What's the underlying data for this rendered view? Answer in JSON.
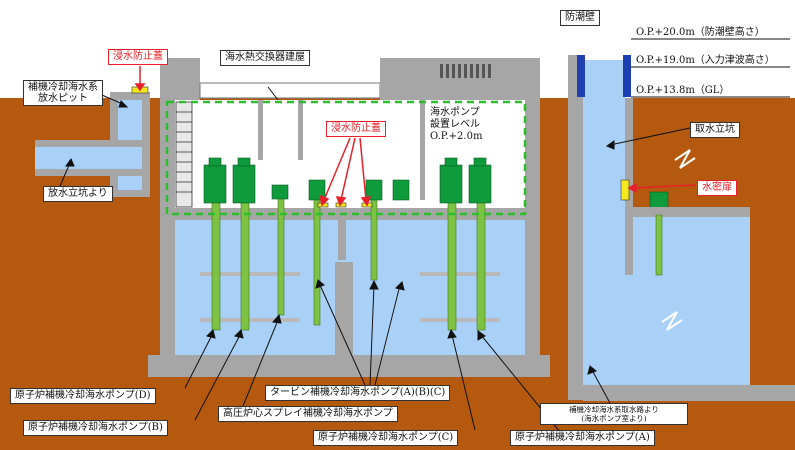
{
  "colors": {
    "soil": "#b5590f",
    "water": "#a9d1f7",
    "concrete": "#a6a6a6",
    "pipe": "#7dc242",
    "pump": "#0f9a3c",
    "dashed_box": "#2dbd2d",
    "callout_red": "#e8202a",
    "wall_blue": "#1e3fb0",
    "watertight_door": "#f5e81e"
  },
  "labels": {
    "building": "海水熱交換器建屋",
    "flood_cover_top": "浸水防止蓋",
    "outfall_pit_line1": "補機冷却海水系",
    "outfall_pit_line2": "放水ピット",
    "from_outfall_shaft": "放水立坑より",
    "flood_cover_mid": "浸水防止蓋",
    "pump_level_line1": "海水ポンプ",
    "pump_level_line2": "設置レベル",
    "pump_level_line3": "O.P.+2.0m",
    "tide_wall": "防潮壁",
    "op_20": "O.P.+20.0m（防潮壁高さ）",
    "op_19": "O.P.+19.0m（入力津波高さ）",
    "op_13": "O.P.+13.8m（GL）",
    "intake_shaft": "取水立坑",
    "watertight_door": "水密扉",
    "intake_note_line1": "補機冷却海水系取水路より",
    "intake_note_line2": "(海水ポンプ室より)",
    "pump_D": "原子炉補機冷却海水ポンプ(D)",
    "pump_B": "原子炉補機冷却海水ポンプ(B)",
    "turbine_pumps": "タービン補機冷却海水ポンプ(A)(B)(C)",
    "hpcs_pump": "高圧炉心スプレイ補機冷却海水ポンプ",
    "pump_C": "原子炉補機冷却海水ポンプ(C)",
    "pump_A": "原子炉補機冷却海水ポンプ(A)"
  }
}
